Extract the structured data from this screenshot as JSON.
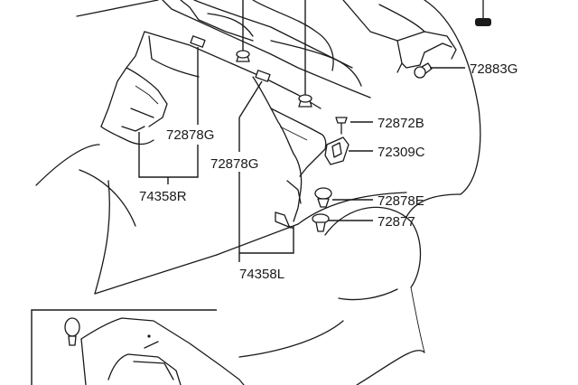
{
  "callouts": {
    "c72883G": "72883G",
    "c72872B": "72872B",
    "c72309C": "72309C",
    "c72878E": "72878E",
    "c72877": "72877",
    "c72878G_left": "72878G",
    "c72878G_right": "72878G",
    "c74358R": "74358R",
    "c74358L": "74358L"
  }
}
